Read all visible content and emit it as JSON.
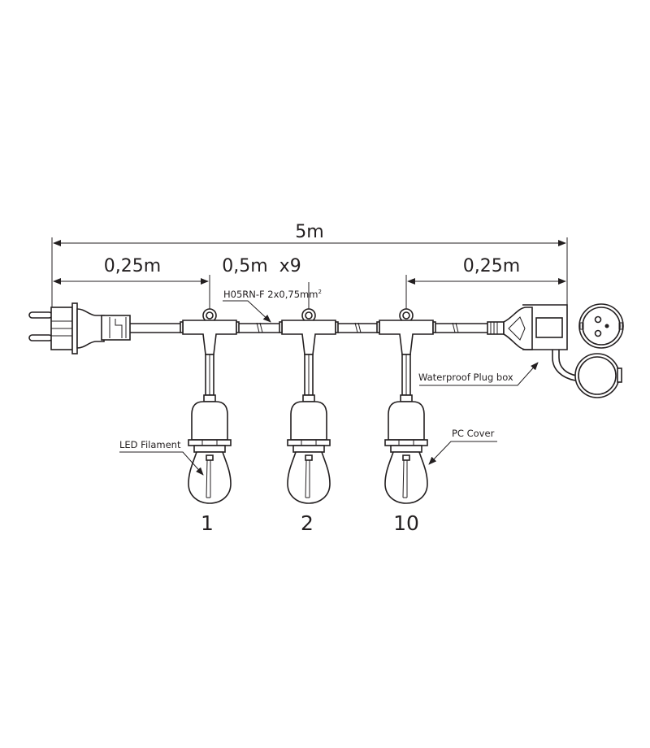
{
  "dimensions": {
    "total_length": "5m",
    "lead_in": "0,25m",
    "spacing": "0,5m  x9",
    "lead_out": "0,25m"
  },
  "labels": {
    "cable": "H05RN-F 2x0,75mm",
    "cable_superscript": "2",
    "plug_box": "Waterproof Plug box",
    "led_filament": "LED Filament",
    "pc_cover": "PC Cover"
  },
  "bulbs": [
    {
      "number": "1"
    },
    {
      "number": "2"
    },
    {
      "number": "10"
    }
  ],
  "colors": {
    "line": "#231f20",
    "background": "#ffffff"
  }
}
